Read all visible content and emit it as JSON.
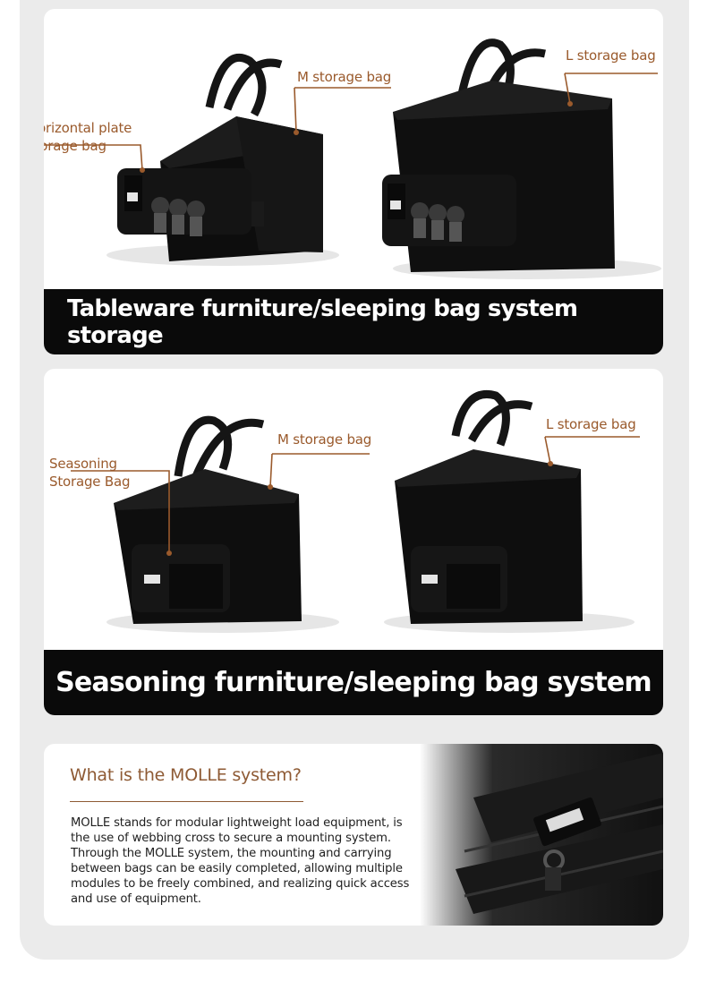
{
  "panel_1": {
    "labels": {
      "m_storage_bag": "M storage bag",
      "l_storage_bag": "L storage bag",
      "horizontal_plate_line1": "Horizontal plate",
      "horizontal_plate_line2": "storage bag"
    },
    "banner": "Tableware furniture/sleeping bag system storage"
  },
  "panel_2": {
    "labels": {
      "m_storage_bag": "M storage bag",
      "l_storage_bag": "L storage bag",
      "seasoning_line1": "Seasoning",
      "seasoning_line2": "Storage Bag"
    },
    "banner": "Seasoning furniture/sleeping bag system"
  },
  "molle": {
    "title": "What is the MOLLE system?",
    "body_lines": [
      "MOLLE stands for modular lightweight load equipment, is",
      "the use of webbing cross to secure a mounting system.",
      "Through the MOLLE system, the mounting and carrying",
      "between bags can be easily completed, allowing multiple",
      "modules to be freely combined, and realizing quick access",
      "and use of equipment."
    ]
  },
  "colors": {
    "accent_brown": "#9a5a2c",
    "banner_black": "#0a0a0a",
    "page_gray": "#ebebeb"
  }
}
